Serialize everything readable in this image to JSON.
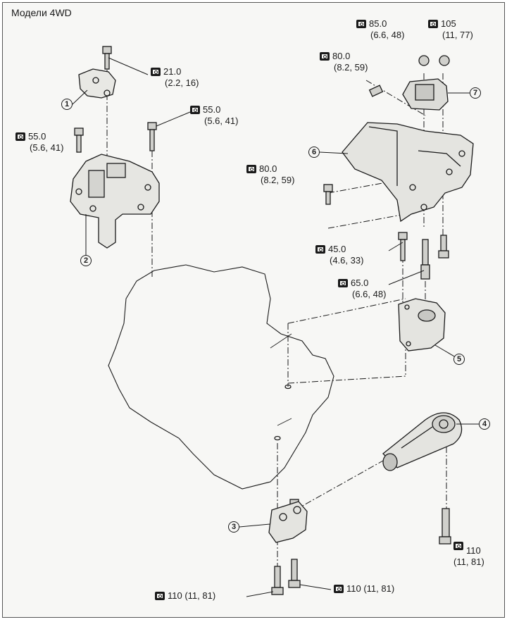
{
  "title": "Модели 4WD",
  "icons": {
    "torque": "torque-wrench-icon"
  },
  "callouts": [
    "1",
    "2",
    "3",
    "4",
    "5",
    "6",
    "7"
  ],
  "torque_specs": [
    {
      "value": "21.0",
      "sub": "(2.2, 16)"
    },
    {
      "value": "55.0",
      "sub": "(5.6, 41)"
    },
    {
      "value": "55.0",
      "sub": "(5.6, 41)"
    },
    {
      "value": "85.0",
      "sub": "(6.6, 48)"
    },
    {
      "value": "105",
      "sub": "(11, 77)"
    },
    {
      "value": "80.0",
      "sub": "(8.2, 59)"
    },
    {
      "value": "80.0",
      "sub": "(8.2, 59)"
    },
    {
      "value": "45.0",
      "sub": "(4.6, 33)"
    },
    {
      "value": "65.0",
      "sub": "(6.6, 48)"
    },
    {
      "value": "110",
      "sub": "(11, 81)"
    },
    {
      "value": "110 (11, 81)"
    },
    {
      "value": "110 (11, 81)"
    }
  ]
}
